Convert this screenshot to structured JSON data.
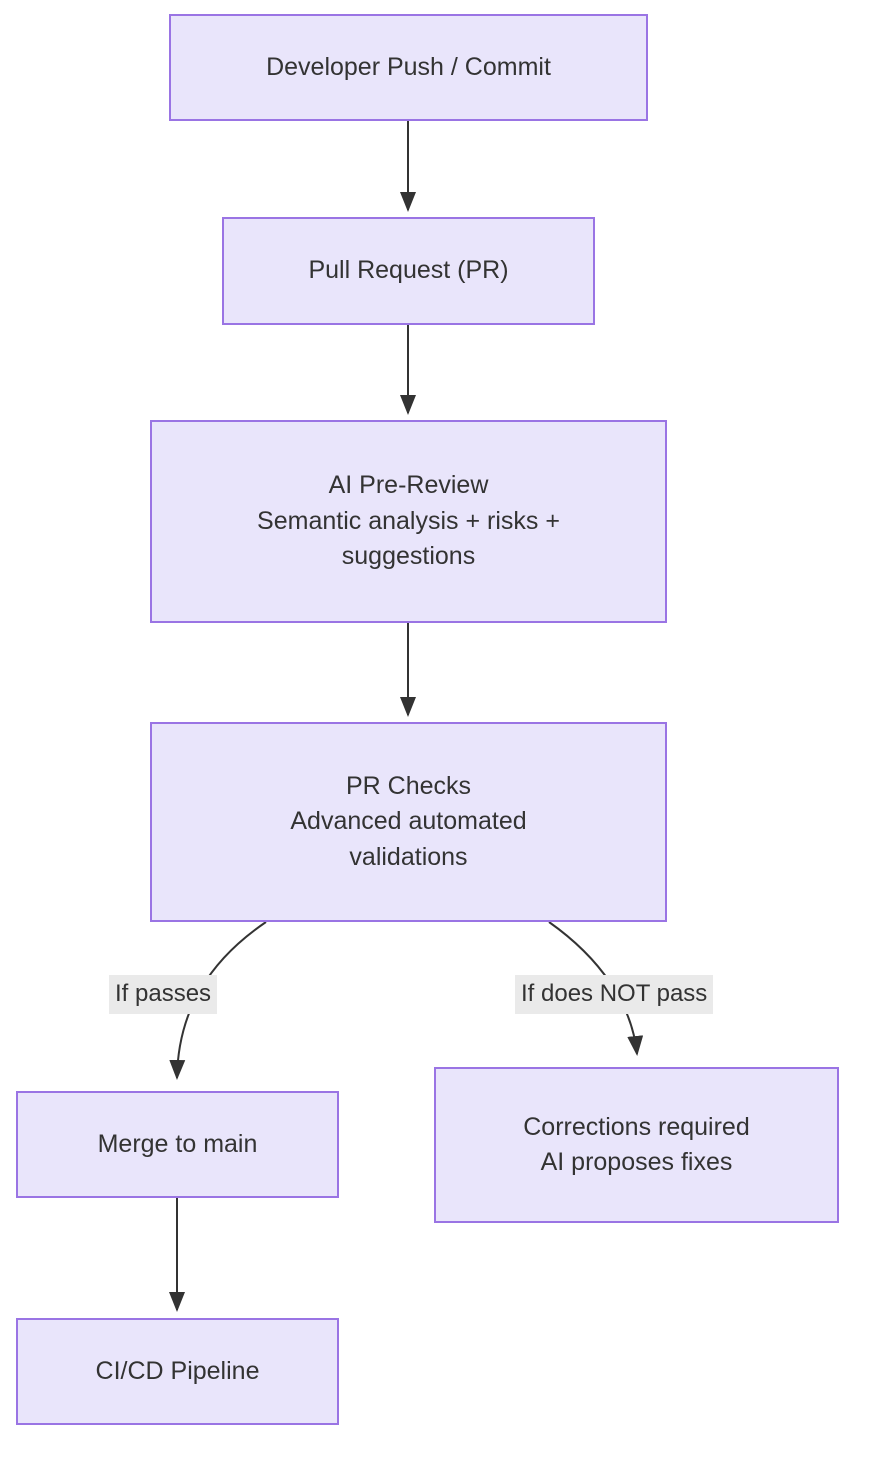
{
  "diagram": {
    "type": "flowchart",
    "orientation": "top-to-bottom",
    "colors": {
      "node_fill": "#e9e5fb",
      "node_border": "#9a74e4",
      "node_text": "#333333",
      "edge_stroke": "#333333",
      "edge_label_background": "#eaeaea",
      "canvas_background": "#ffffff"
    },
    "nodes": [
      {
        "id": "developer-push-commit",
        "lines": [
          "Developer Push / Commit"
        ]
      },
      {
        "id": "pull-request",
        "lines": [
          "Pull Request (PR)"
        ]
      },
      {
        "id": "ai-pre-review",
        "lines": [
          "AI Pre-Review",
          "Semantic analysis + risks +",
          "suggestions"
        ]
      },
      {
        "id": "pr-checks",
        "lines": [
          "PR Checks",
          "Advanced automated",
          "validations"
        ]
      },
      {
        "id": "merge-to-main",
        "lines": [
          "Merge to main"
        ]
      },
      {
        "id": "corrections-required",
        "lines": [
          "Corrections required",
          "AI proposes fixes"
        ]
      },
      {
        "id": "ci-cd-pipeline",
        "lines": [
          "CI/CD Pipeline"
        ]
      }
    ],
    "edges": [
      {
        "id": "e1",
        "from": "developer-push-commit",
        "to": "pull-request",
        "label": ""
      },
      {
        "id": "e2",
        "from": "pull-request",
        "to": "ai-pre-review",
        "label": ""
      },
      {
        "id": "e3",
        "from": "ai-pre-review",
        "to": "pr-checks",
        "label": ""
      },
      {
        "id": "e4",
        "from": "pr-checks",
        "to": "merge-to-main",
        "label": "If passes"
      },
      {
        "id": "e5",
        "from": "pr-checks",
        "to": "corrections-required",
        "label": "If does NOT pass"
      },
      {
        "id": "e6",
        "from": "merge-to-main",
        "to": "ci-cd-pipeline",
        "label": ""
      }
    ],
    "labels": {
      "if_passes": "If passes",
      "if_does_not_pass": "If does NOT pass"
    }
  }
}
